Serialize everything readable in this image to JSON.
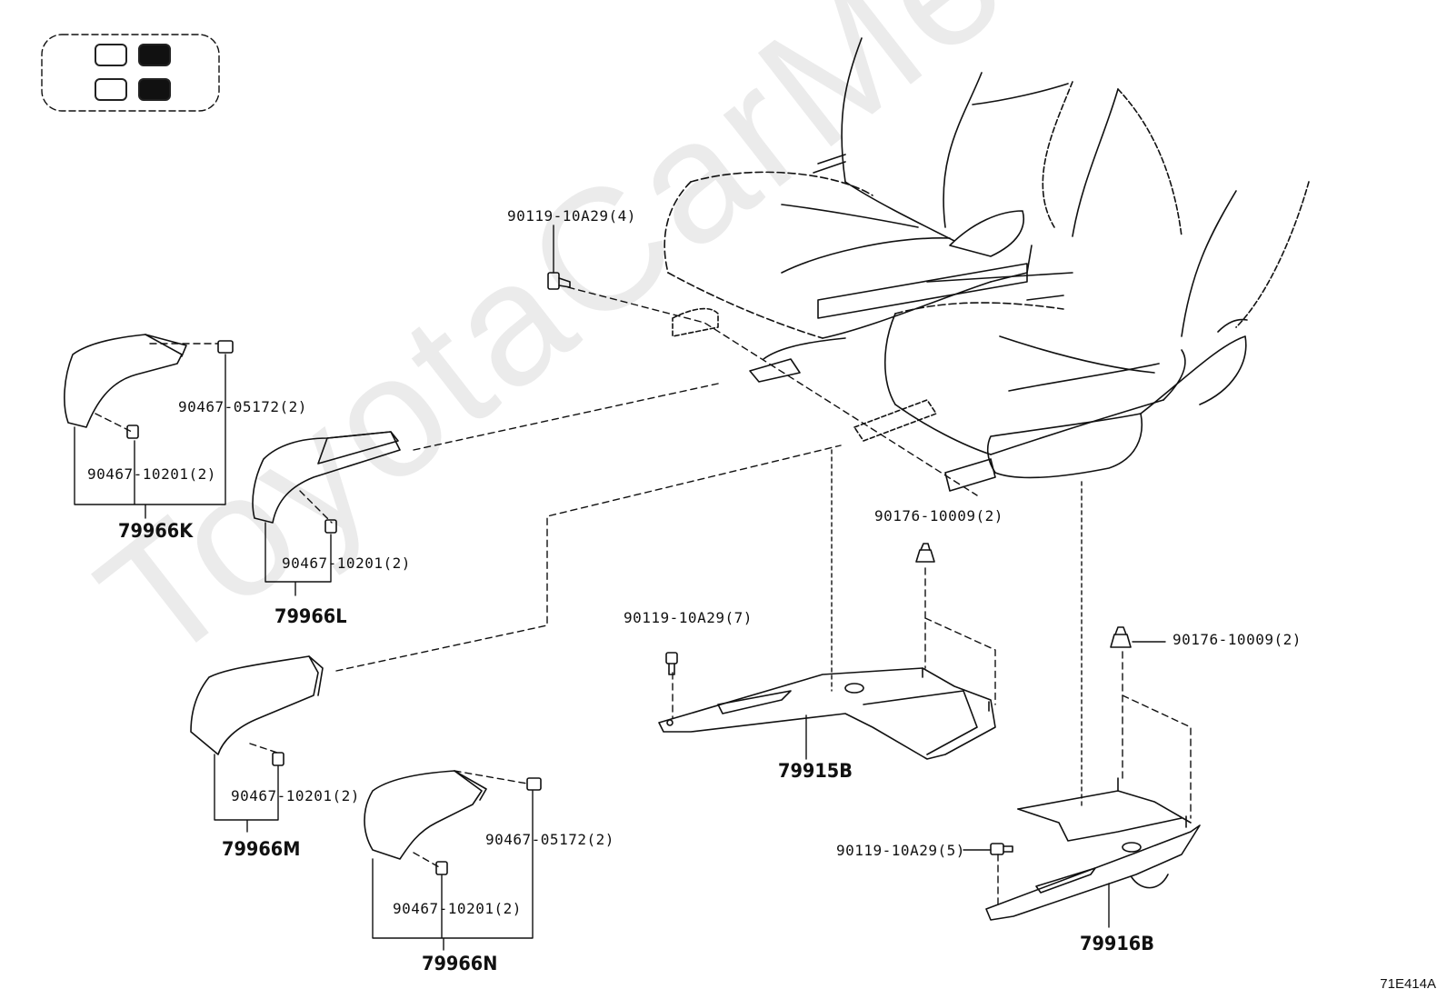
{
  "watermark": "ToyotaCarMe.ru",
  "diagram_code": "71E414A",
  "legend": {
    "swatches": [
      {
        "color": "#ffffff"
      },
      {
        "color": "#111111"
      },
      {
        "color": "#ffffff"
      },
      {
        "color": "#111111"
      }
    ]
  },
  "parts": {
    "bolt_4": "90119-10A29(4)",
    "clip_05172_a": "90467-05172(2)",
    "clip_10201_k": "90467-10201(2)",
    "group_k": "79966K",
    "clip_10201_l": "90467-10201(2)",
    "group_l": "79966L",
    "clip_10201_m": "90467-10201(2)",
    "group_m": "79966M",
    "clip_05172_b": "90467-05172(2)",
    "clip_10201_n": "90467-10201(2)",
    "group_n": "79966N",
    "bolt_7": "90119-10A29(7)",
    "nut_a": "90176-10009(2)",
    "group_915b": "79915B",
    "nut_b": "90176-10009(2)",
    "bolt_5": "90119-10A29(5)",
    "group_916b": "79916B"
  }
}
